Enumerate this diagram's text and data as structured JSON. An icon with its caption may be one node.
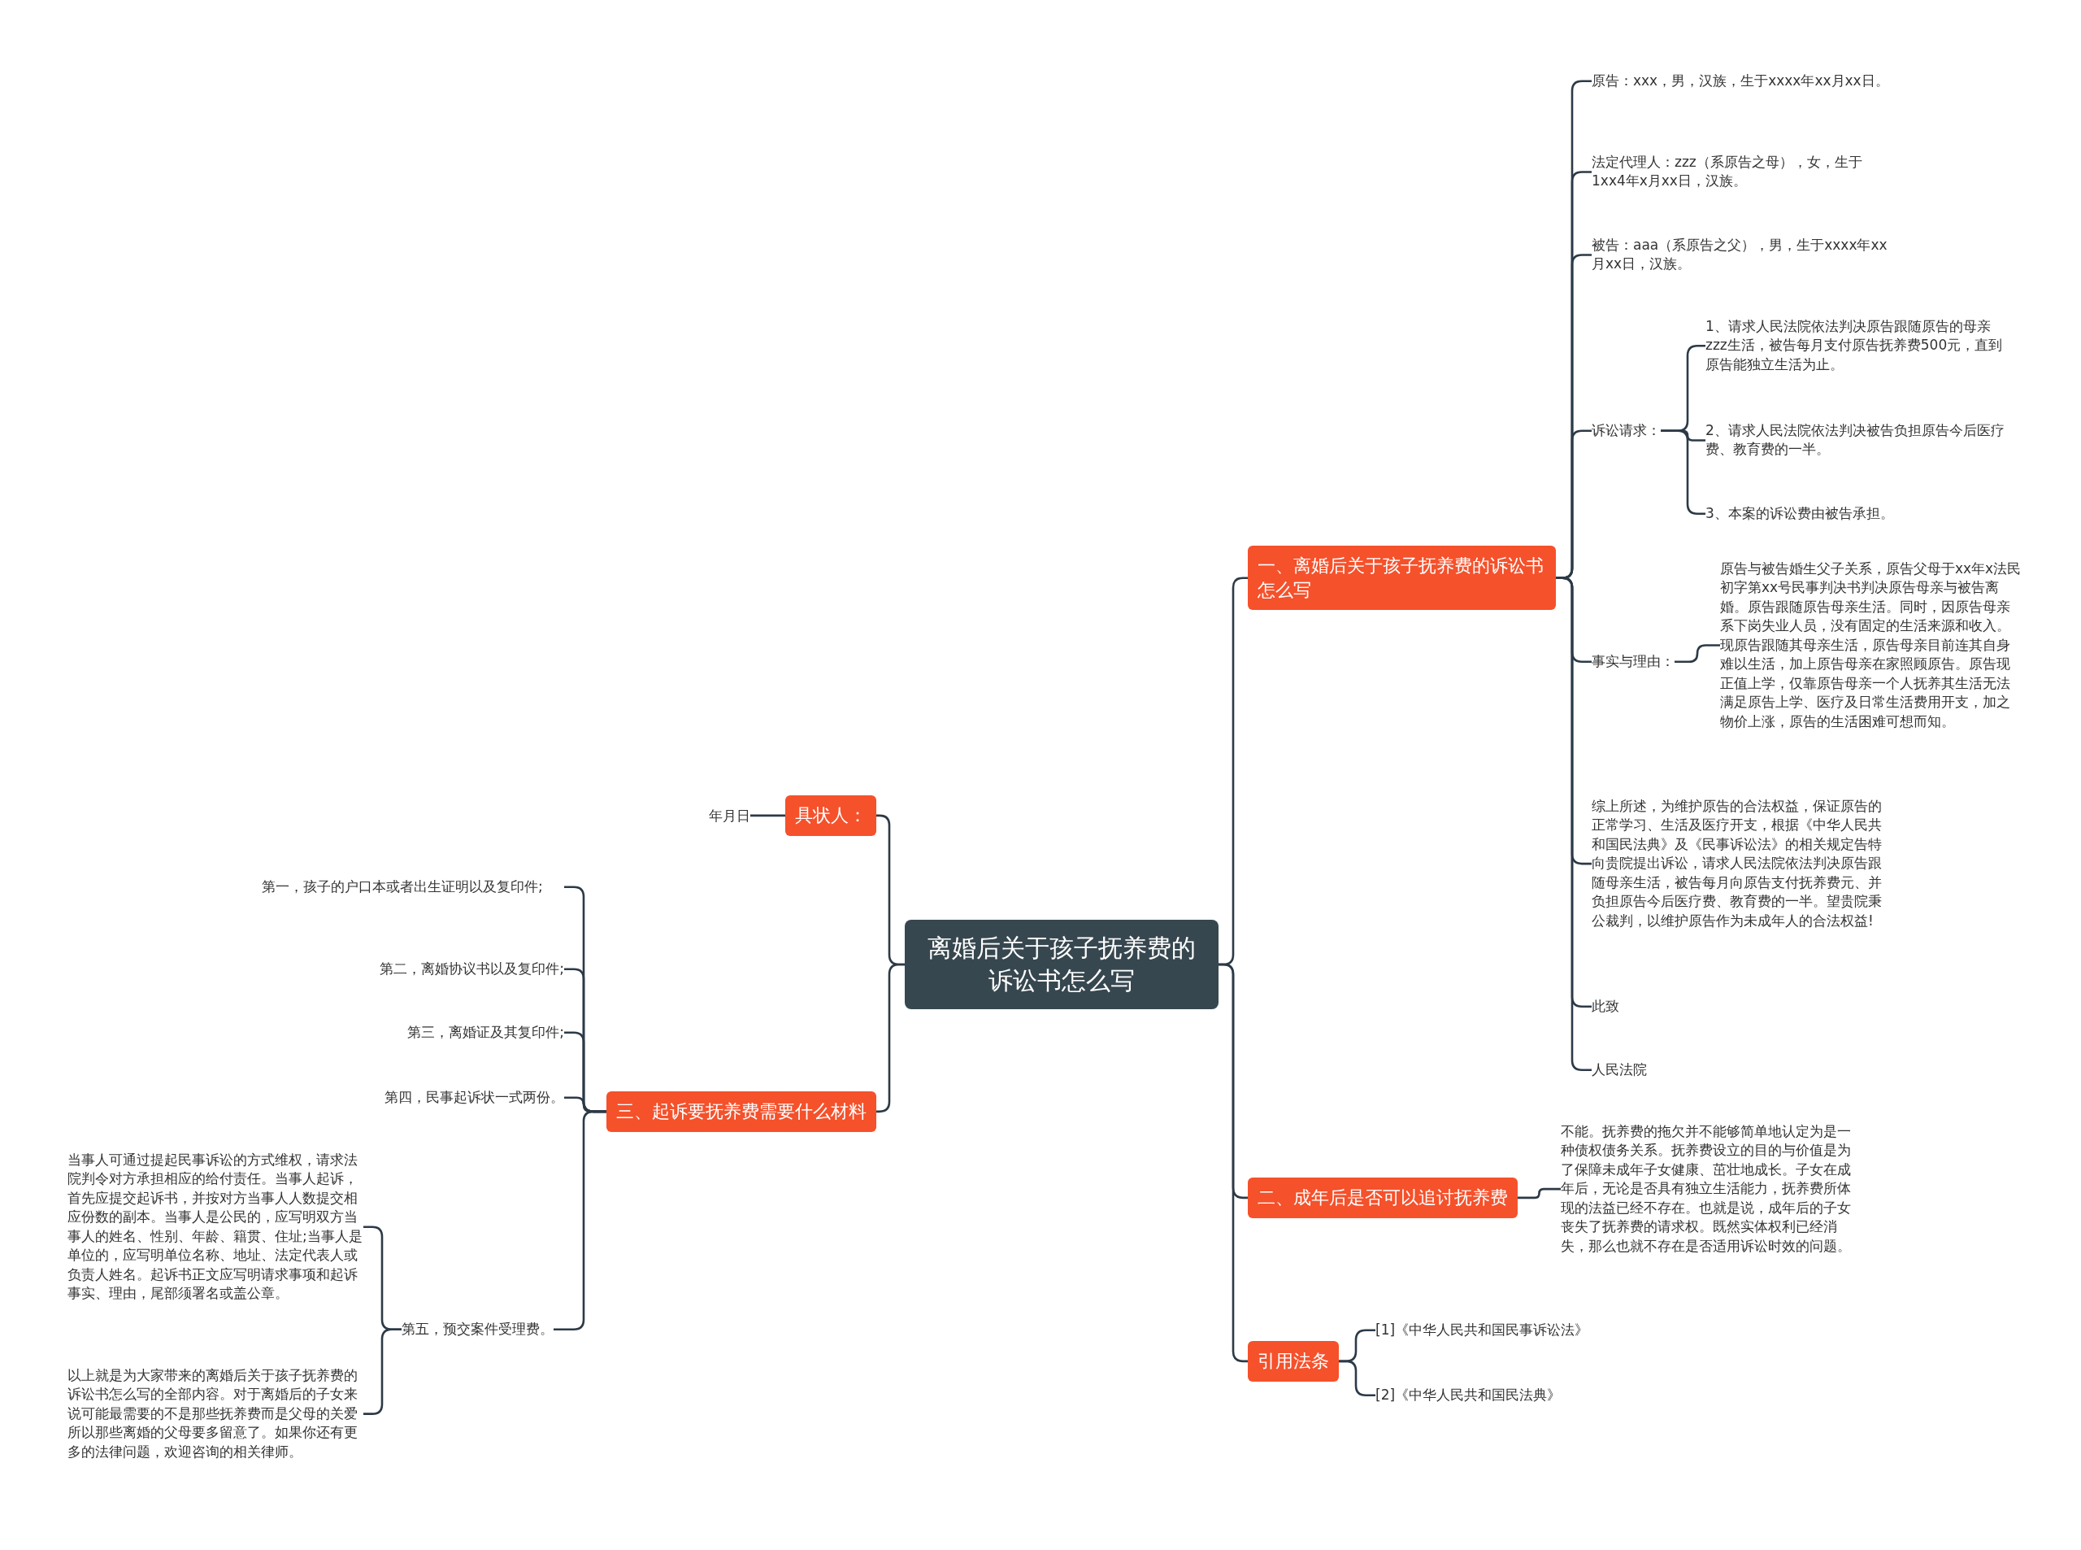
{
  "diagram": {
    "nodes": [
      {
        "text": [
          "离婚后关于孩子抚养费的诉讼书怎么写"
        ]
      },
      {
        "text": [
          "一、离婚后关于孩子抚养费的诉讼书怎么写"
        ]
      },
      {
        "text": [
          "原告：xxx，男，汉族，生于xxxx年xx月xx日。"
        ]
      },
      {
        "text": [
          "法定代理人：zzz（系原告之母），女，生于1xx4年x月xx日，汉族。"
        ]
      },
      {
        "text": [
          "被告：aaa（系原告之父），男，生于xxxx年xx月xx日，汉族。"
        ]
      },
      {
        "text": [
          "诉讼请求："
        ]
      },
      {
        "text": [
          "1、请求人民法院依法判决原告跟随原告的母亲zzz生活，被告每月支付原告抚养费500元，直到原告能独立生活为止。"
        ]
      },
      {
        "text": [
          "2、请求人民法院依法判决被告负担原告今后医疗费、教育费的一半。"
        ]
      },
      {
        "text": [
          "3、本案的诉讼费由被告承担。"
        ]
      },
      {
        "text": [
          "事实与理由："
        ]
      },
      {
        "text": [
          "原告与被告婚生父子关系，原告父母于xx年x法民初字第xx号民事判决书判决原告母亲与被告离婚。原告跟随原告母亲生活。同时，因原告母亲系下岗失业人员，没有固定的生活来源和收入。现原告跟随其母亲生活，原告母亲目前连其自身难以生活，加上原告母亲在家照顾原告。原告现正值上学，仅靠原告母亲一个人抚养其生活无法满足原告上学、医疗及日常生活费用开支，加之物价上涨，原告的生活困难可想而知。"
        ]
      },
      {
        "text": [
          "综上所述，为维护原告的合法权益，保证原告的正常学习、生活及医疗开支，根据《中华人民共和国民法典》及《民事诉讼法》的相关规定告特向贵院提出诉讼，请求人民法院依法判决原告跟随母亲生活，被告每月向原告支付抚养费元、并负担原告今后医疗费、教育费的一半。望贵院秉公裁判，以维护原告作为未成年人的合法权益!"
        ]
      },
      {
        "text": [
          "此致"
        ]
      },
      {
        "text": [
          "人民法院"
        ]
      },
      {
        "text": [
          "二、成年后是否可以追讨抚养费"
        ]
      },
      {
        "text": [
          "不能。抚养费的拖欠并不能够简单地认定为是一种债权债务关系。抚养费设立的目的与价值是为了保障未成年子女健康、茁壮地成长。子女在成年后，无论是否具有独立生活能力，抚养费所体现的法益已经不存在。也就是说，成年后的子女丧失了抚养费的请求权。既然实体权利已经消失，那么也就不存在是否适用诉讼时效的问题。"
        ]
      },
      {
        "text": [
          "引用法条"
        ]
      },
      {
        "text": [
          "[1]《中华人民共和国民事诉讼法》"
        ]
      },
      {
        "text": [
          "[2]《中华人民共和国民法典》"
        ]
      },
      {
        "text": [
          "具状人："
        ]
      },
      {
        "text": [
          "年月日"
        ]
      },
      {
        "text": [
          "三、起诉要抚养费需要什么材料"
        ]
      },
      {
        "text": [
          "第一，孩子的户口本或者出生证明以及复印件;"
        ]
      },
      {
        "text": [
          "第二，离婚协议书以及复印件;"
        ]
      },
      {
        "text": [
          "第三，离婚证及其复印件;"
        ]
      },
      {
        "text": [
          "第四，民事起诉状一式两份。"
        ]
      },
      {
        "text": [
          "第五，预交案件受理费。"
        ]
      },
      {
        "text": [
          "当事人可通过提起民事诉讼的方式维权，请求法院判令对方承担相应的给付责任。当事人起诉，首先应提交起诉书，并按对方当事人人数提交相应份数的副本。当事人是公民的，应写明双方当事人的姓名、性别、年龄、籍贯、住址;当事人是单位的，应写明单位名称、地址、法定代表人或负责人姓名。起诉书正文应写明请求事项和起诉事实、理由，尾部须署名或盖公章。"
        ]
      },
      {
        "text": [
          "以上就是为大家带来的离婚后关于孩子抚养费的诉讼书怎么写的全部内容。对于离婚后的子女来说可能最需要的不是那些抚养费而是父母的关爱所以那些离婚的父母要多留意了。如果你还有更多的法律问题，欢迎咨询的相关律师。"
        ]
      }
    ],
    "edges": [
      {
        "from": 0,
        "to": 1,
        "arrow": "none"
      },
      {
        "from": 1,
        "to": 2,
        "arrow": "none"
      },
      {
        "from": 1,
        "to": 3,
        "arrow": "none"
      },
      {
        "from": 1,
        "to": 4,
        "arrow": "none"
      },
      {
        "from": 1,
        "to": 5,
        "arrow": "none"
      },
      {
        "from": 5,
        "to": 6,
        "arrow": "none"
      },
      {
        "from": 5,
        "to": 7,
        "arrow": "none"
      },
      {
        "from": 5,
        "to": 8,
        "arrow": "none"
      },
      {
        "from": 1,
        "to": 9,
        "arrow": "none"
      },
      {
        "from": 9,
        "to": 10,
        "arrow": "none"
      },
      {
        "from": 1,
        "to": 11,
        "arrow": "none"
      },
      {
        "from": 1,
        "to": 12,
        "arrow": "none"
      },
      {
        "from": 1,
        "to": 13,
        "arrow": "none"
      },
      {
        "from": 0,
        "to": 14,
        "arrow": "none"
      },
      {
        "from": 14,
        "to": 15,
        "arrow": "none"
      },
      {
        "from": 0,
        "to": 16,
        "arrow": "none"
      },
      {
        "from": 16,
        "to": 17,
        "arrow": "none"
      },
      {
        "from": 16,
        "to": 18,
        "arrow": "none"
      },
      {
        "from": 0,
        "to": 19,
        "arrow": "none"
      },
      {
        "from": 19,
        "to": 20,
        "arrow": "none"
      },
      {
        "from": 0,
        "to": 21,
        "arrow": "none"
      },
      {
        "from": 21,
        "to": 22,
        "arrow": "none"
      },
      {
        "from": 21,
        "to": 23,
        "arrow": "none"
      },
      {
        "from": 21,
        "to": 24,
        "arrow": "none"
      },
      {
        "from": 21,
        "to": 25,
        "arrow": "none"
      },
      {
        "from": 21,
        "to": 26,
        "arrow": "none"
      },
      {
        "from": 26,
        "to": 27,
        "arrow": "none"
      },
      {
        "from": 26,
        "to": 28,
        "arrow": "none"
      }
    ]
  }
}
